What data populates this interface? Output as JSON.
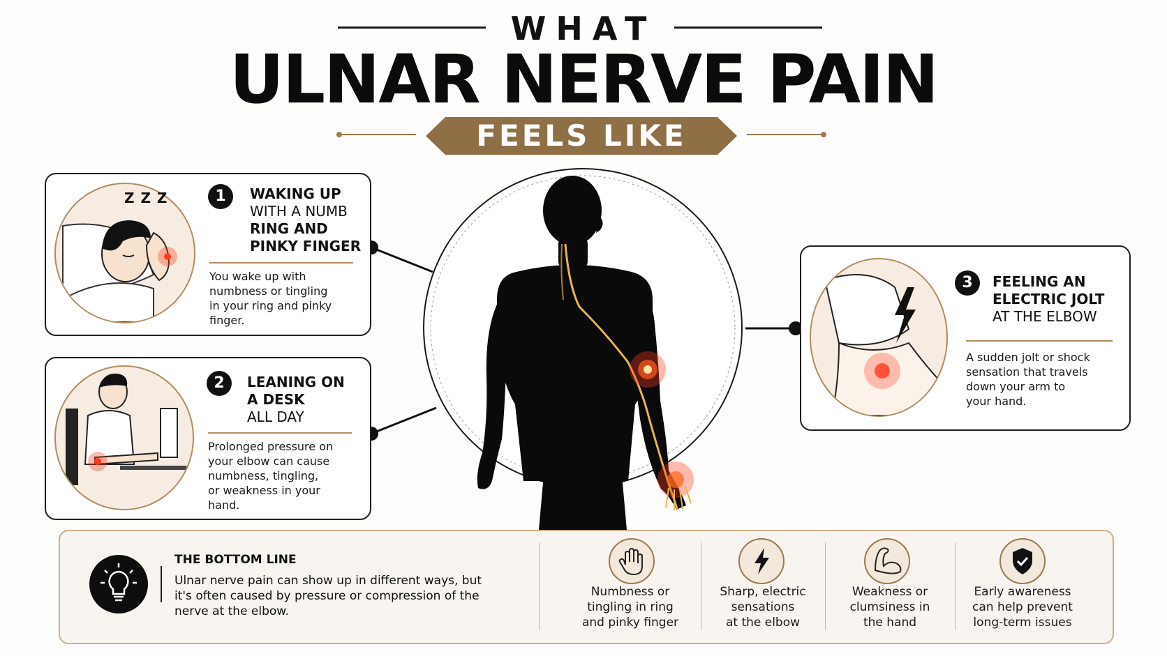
{
  "header": {
    "what": "WHAT",
    "main": "ULNAR NERVE PAIN",
    "ribbon": "FEELS LIKE"
  },
  "cards": [
    {
      "number": "1",
      "title_lines": [
        {
          "text": "WAKING UP",
          "bold": true
        },
        {
          "text": "WITH A NUMB",
          "bold": false
        },
        {
          "text": "RING AND",
          "bold": true
        },
        {
          "text": "PINKY FINGER",
          "bold": true
        }
      ],
      "description_lines": [
        "You wake up with",
        "numbness or tingling",
        "in your ring and pinky",
        "finger."
      ]
    },
    {
      "number": "2",
      "title_lines": [
        {
          "text": "LEANING ON",
          "bold": true
        },
        {
          "text": "A DESK",
          "bold": true
        },
        {
          "text": "ALL DAY",
          "bold": false
        }
      ],
      "description_lines": [
        "Prolonged pressure on",
        "your elbow can cause",
        "numbness, tingling,",
        "or weakness in your",
        "hand."
      ]
    },
    {
      "number": "3",
      "title_lines": [
        {
          "text": "FEELING AN",
          "bold": true
        },
        {
          "text": "ELECTRIC JOLT",
          "bold": true
        },
        {
          "text": "AT THE ELBOW",
          "bold": false
        }
      ],
      "description_lines": [
        "A sudden jolt or shock",
        "sensation that travels",
        "down your arm to",
        "your hand."
      ]
    }
  ],
  "sleep_zz": "Z Z Z",
  "bottom": {
    "title": "THE BOTTOM LINE",
    "text_lines": [
      "Ulnar nerve pain can show up in different ways, but",
      "it's often caused by pressure or compression of the",
      "nerve at the elbow."
    ],
    "items": [
      {
        "icon": "hand-icon",
        "lines": [
          "Numbness or",
          "tingling in ring",
          "and pinky finger"
        ]
      },
      {
        "icon": "lightning-icon",
        "lines": [
          "Sharp, electric",
          "sensations",
          "at the elbow"
        ]
      },
      {
        "icon": "flexed-arm-icon",
        "lines": [
          "Weakness or",
          "clumsiness in",
          "the hand"
        ]
      },
      {
        "icon": "shield-check-icon",
        "lines": [
          "Early awareness",
          "can help prevent",
          "long-term issues"
        ]
      }
    ]
  },
  "colors": {
    "gold": "#9a7a4f",
    "ribbon": "#8f6f45",
    "pain": "#ff3b1f",
    "nerve": "#e8b547"
  }
}
